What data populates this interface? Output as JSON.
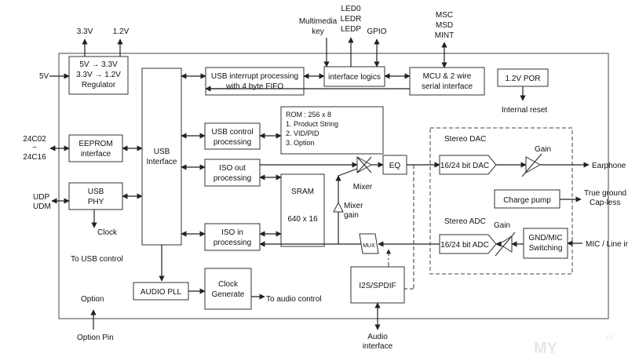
{
  "blocks": {
    "regulator": [
      "5V → 3.3V",
      "3.3V → 1.2V",
      "Regulator"
    ],
    "eeprom": [
      "EEPROM",
      "interface"
    ],
    "usb_phy": [
      "USB",
      "PHY"
    ],
    "usb_interface": [
      "USB",
      "Interface"
    ],
    "usb_interrupt": [
      "USB interrupt processing",
      "with 4 byte FIFO"
    ],
    "interface_logics": "interface logics",
    "mcu": [
      "MCU & 2 wire",
      "serial interface"
    ],
    "por": "1.2V POR",
    "usb_control": [
      "USB control",
      "processing"
    ],
    "rom": [
      "ROM : 256 x 8",
      "1. Product String",
      "2. VID/PID",
      "3. Option"
    ],
    "iso_out": [
      "ISO out",
      "processing"
    ],
    "iso_in": [
      "ISO in",
      "processing"
    ],
    "sram": [
      "SRAM",
      "640 x 16"
    ],
    "eq": "EQ",
    "mux": "MUX",
    "i2s": "I2S/SPDIF",
    "audio_pll": "AUDIO PLL",
    "clock_generate": [
      "Clock",
      "Generate"
    ],
    "stereo_dac_title": "Stereo DAC",
    "dac": "16/24 bit DAC",
    "charge_pump": "Charge pump",
    "stereo_adc_title": "Stereo ADC",
    "adc": "16/24 bit ADC",
    "gnd_mic": [
      "GND/MIC",
      "Switching"
    ]
  },
  "labels": {
    "v33": "3.3V",
    "v12": "1.2V",
    "v5": "5V",
    "eeprom_parts": [
      "24C02",
      "~",
      "24C16"
    ],
    "udp_udm": [
      "UDP",
      "UDM"
    ],
    "clock": "Clock",
    "to_usb_control": "To USB control",
    "option": "Option",
    "option_pin": "Option Pin",
    "multimedia_key": [
      "Multimedia",
      "key"
    ],
    "led": [
      "LED0",
      "LEDR",
      "LEDP"
    ],
    "gpio": "GPIO",
    "msc": [
      "MSC",
      "MSD",
      "MINT"
    ],
    "internal_reset": "Internal reset",
    "mixer": "Mixer",
    "mixer_gain": [
      "Mixer",
      "gain"
    ],
    "gain_dac": "Gain",
    "gain_adc": "Gain",
    "earphone": "Earphone",
    "true_ground": [
      "True ground",
      "Cap-less"
    ],
    "mic_line_in": "MIC / Line in",
    "to_audio_control": "To audio control",
    "audio_interface": [
      "Audio",
      "interface"
    ],
    "watermark": "MY",
    "watermark_small": ".ru"
  }
}
